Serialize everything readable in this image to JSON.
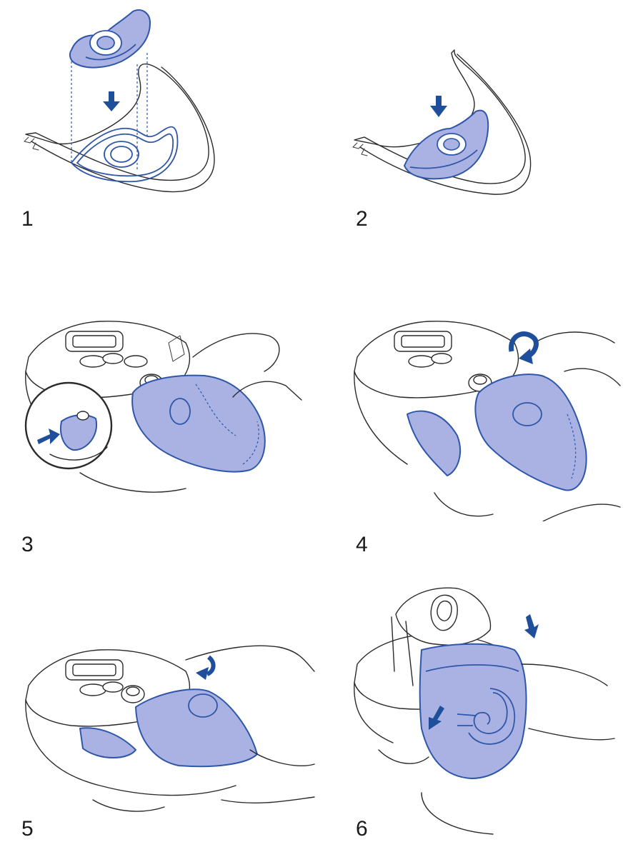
{
  "steps": [
    {
      "label": "1"
    },
    {
      "label": "2"
    },
    {
      "label": "3"
    },
    {
      "label": "4"
    },
    {
      "label": "5"
    },
    {
      "label": "6"
    }
  ],
  "colors": {
    "part_fill": "#a9b2e2",
    "part_outline": "#2f56a8",
    "arrow": "#1f4f9a",
    "line_art": "#2a2a2a"
  }
}
